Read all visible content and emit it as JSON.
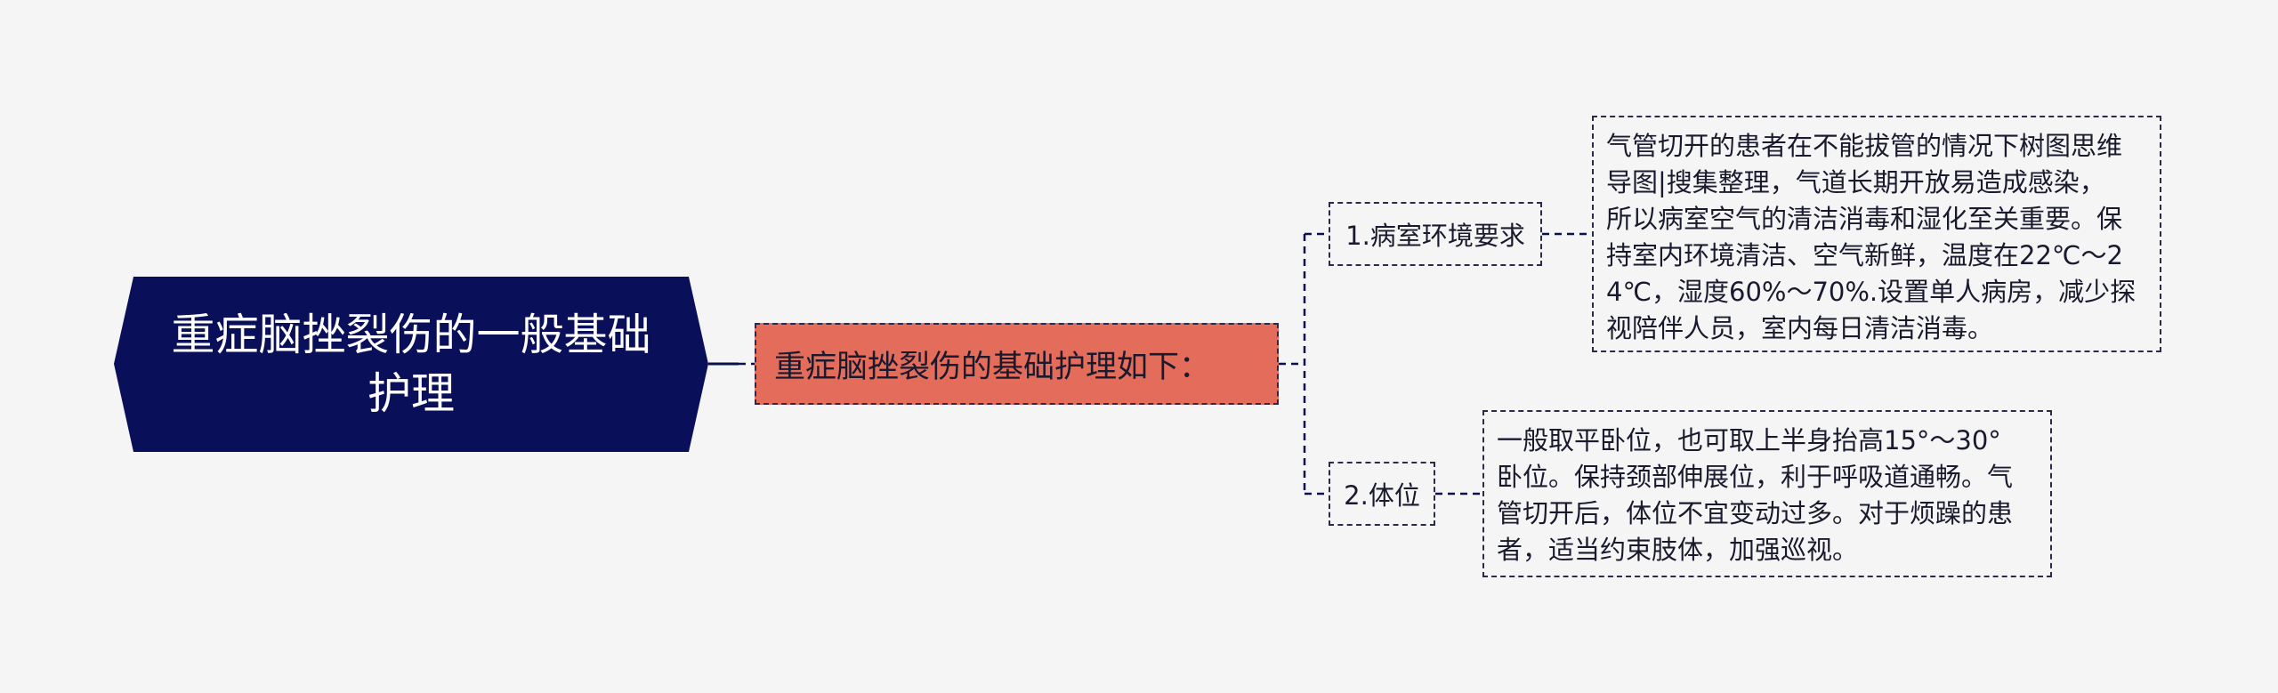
{
  "root": {
    "lines": [
      "重症脑挫裂伤的一般基础",
      "护理"
    ],
    "fill": "#0a0f5a"
  },
  "subtopic": {
    "label": "重症脑挫裂伤的基础护理如下：",
    "fill": "#e36c5a"
  },
  "branches": [
    {
      "label": "1.病室环境要求",
      "detail_lines": [
        "气管切开的患者在不能拔管的情况下树图思维",
        "导图|搜集整理，气道长期开放易造成感染，",
        "所以病室空气的清洁消毒和湿化至关重要。保",
        "持室内环境清洁、空气新鲜，温度在22℃～2",
        "4℃，湿度60%～70%.设置单人病房，减少探",
        "视陪伴人员，室内每日清洁消毒。"
      ]
    },
    {
      "label": "2.体位",
      "detail_lines": [
        "一般取平卧位，也可取上半身抬高15°～30°",
        "卧位。保持颈部伸展位，利于呼吸道通畅。气",
        "管切开后，体位不宜变动过多。对于烦躁的患",
        "者，适当约束肢体，加强巡视。"
      ]
    }
  ]
}
